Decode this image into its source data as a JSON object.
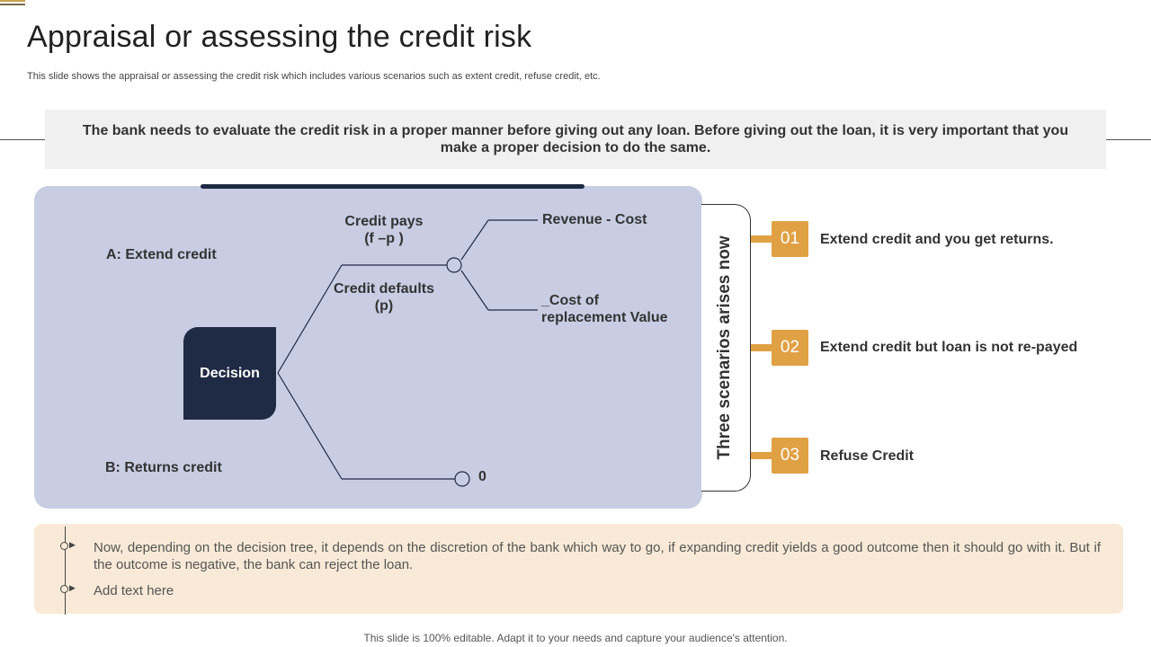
{
  "header": {
    "title": "Appraisal or assessing the credit risk",
    "subtitle": "This slide shows the appraisal or assessing the credit risk which includes various scenarios such as extent credit, refuse credit, etc."
  },
  "banner": {
    "text": "The bank needs to evaluate the credit risk in a proper manner before giving out any loan. Before giving out the loan, it is very important that you make a proper decision to do the same."
  },
  "tree": {
    "option_a": "A: Extend credit",
    "option_b": "B: Returns credit",
    "decision": "Decision",
    "credit_pays_line1": "Credit pays",
    "credit_pays_line2": "(f –p )",
    "credit_defaults_line1": "Credit defaults",
    "credit_defaults_line2": "(p)",
    "revenue_cost": "Revenue - Cost",
    "cost_replacement_line1": "_Cost of",
    "cost_replacement_line2": "replacement Value",
    "zero_outcome": "0"
  },
  "scenarios": {
    "heading": "Three scenarios arises now",
    "items": [
      {
        "number": "01",
        "label": "Extend credit and you get returns."
      },
      {
        "number": "02",
        "label": "Extend credit but loan is not re-payed"
      },
      {
        "number": "03",
        "label": "Refuse Credit"
      }
    ]
  },
  "notes": {
    "items": [
      "Now, depending on the decision tree, it depends on the discretion of the bank which way to go, if expanding credit yields a good outcome then it should go with it. But if the outcome is negative, the bank can reject the loan.",
      "Add text here"
    ]
  },
  "footer": {
    "text": "This slide is 100% editable. Adapt it to your needs and capture your audience's attention."
  },
  "colors": {
    "navy": "#1f2a44",
    "panel": "#c8cde3",
    "accent": "#e0a144",
    "notes_bg": "#f8ead7",
    "banner_bg": "#f0f0f0"
  }
}
